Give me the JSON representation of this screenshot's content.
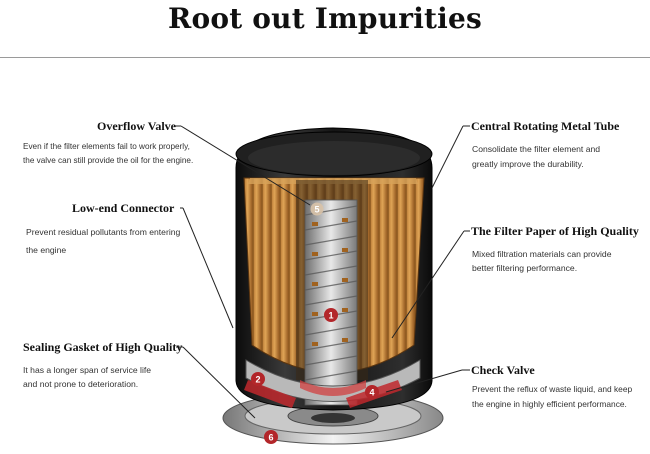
{
  "page": {
    "title": "Root out Impurities"
  },
  "callouts": {
    "overflow_valve": {
      "title": "Overflow Valve",
      "desc": [
        "Even if the filter elements fail to work properly,",
        "the valve can still provide the oil for the engine."
      ]
    },
    "low_end_connector": {
      "title": "Low-end Connector",
      "desc": [
        "Prevent residual pollutants from entering",
        "the engine"
      ]
    },
    "sealing_gasket": {
      "title": "Sealing Gasket of High Quality",
      "desc": [
        "It has a longer span of service life",
        "and not prone to deterioration."
      ]
    },
    "central_tube": {
      "title": "Central Rotating Metal Tube",
      "desc": [
        "Consolidate the filter element and",
        "greatly improve the durability."
      ]
    },
    "filter_paper": {
      "title": "The Filter Paper of High Quality",
      "desc": [
        "Mixed filtration materials can provide",
        "better filtering performance."
      ]
    },
    "check_valve": {
      "title": "Check Valve",
      "desc": [
        "Prevent the reflux of waste liquid, and keep",
        "the engine in highly efficient performance."
      ]
    }
  },
  "markers": [
    "1",
    "2",
    "4",
    "5",
    "6"
  ],
  "colors": {
    "marker": "#b3262a",
    "filter_paper": "#c98a3a",
    "canister": "#1b1b1b"
  }
}
